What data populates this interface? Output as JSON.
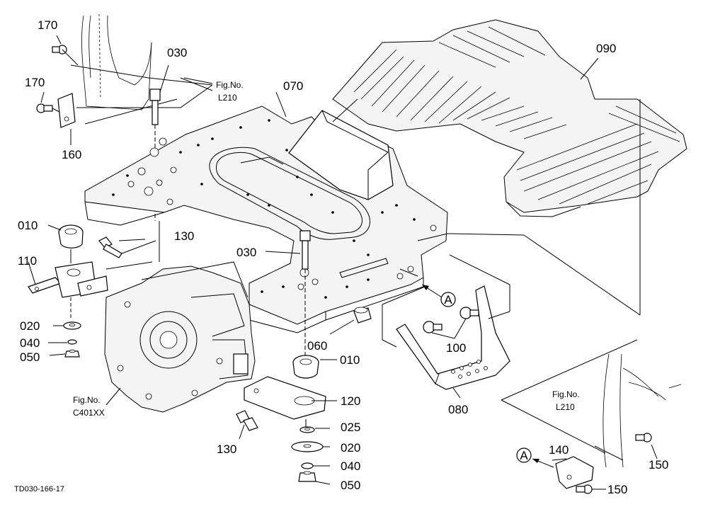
{
  "parts": [
    {
      "id": "p170a",
      "num": "170"
    },
    {
      "id": "p170b",
      "num": "170"
    },
    {
      "id": "p160",
      "num": "160"
    },
    {
      "id": "p030a",
      "num": "030"
    },
    {
      "id": "p070",
      "num": "070"
    },
    {
      "id": "p090",
      "num": "090"
    },
    {
      "id": "p010a",
      "num": "010"
    },
    {
      "id": "p130a",
      "num": "130"
    },
    {
      "id": "p110",
      "num": "110"
    },
    {
      "id": "p030b",
      "num": "030"
    },
    {
      "id": "p020a",
      "num": "020"
    },
    {
      "id": "p040a",
      "num": "040"
    },
    {
      "id": "p050a",
      "num": "050"
    },
    {
      "id": "p060",
      "num": "060"
    },
    {
      "id": "p100",
      "num": "100"
    },
    {
      "id": "p010b",
      "num": "010"
    },
    {
      "id": "p120",
      "num": "120"
    },
    {
      "id": "p080",
      "num": "080"
    },
    {
      "id": "p025",
      "num": "025"
    },
    {
      "id": "p130b",
      "num": "130"
    },
    {
      "id": "p020b",
      "num": "020"
    },
    {
      "id": "p040b",
      "num": "040"
    },
    {
      "id": "p050b",
      "num": "050"
    },
    {
      "id": "p140",
      "num": "140"
    },
    {
      "id": "p150a",
      "num": "150"
    },
    {
      "id": "p150b",
      "num": "150"
    }
  ],
  "refs": [
    {
      "line1": "Fig.No.",
      "line2": "L210"
    },
    {
      "line1": "Fig.No.",
      "line2": "C401XX"
    },
    {
      "line1": "Fig.No.",
      "line2": "L210"
    }
  ],
  "markers": [
    "A",
    "A"
  ],
  "drawing_code": "TD030-166-17"
}
